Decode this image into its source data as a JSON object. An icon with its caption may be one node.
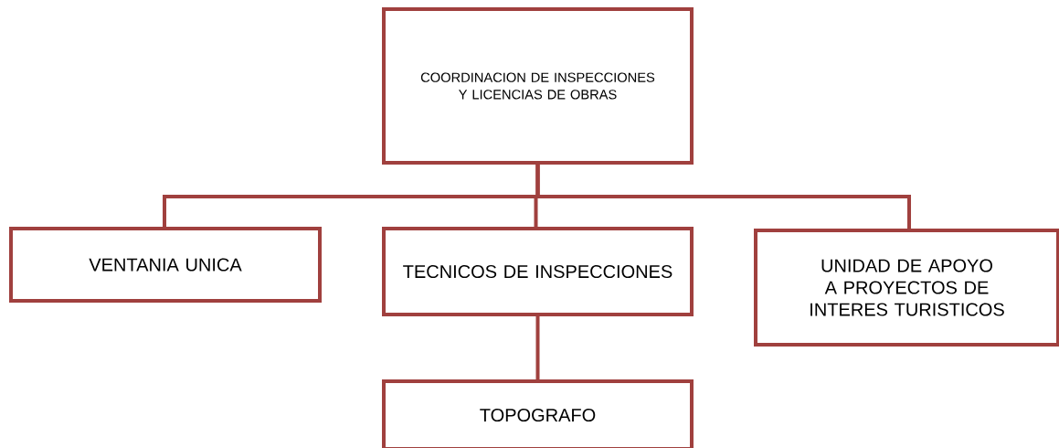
{
  "diagram": {
    "nodes": [
      {
        "text": [
          "COORDINACION DE INSPECCIONES Y LICENCIAS DE OBRAS"
        ]
      },
      {
        "text": [
          "VENTANIA UNICA"
        ]
      },
      {
        "text": [
          "TECNICOS DE INSPECCIONES"
        ]
      },
      {
        "text": [
          "UNIDAD DE APOYO A PROYECTOS DE INTERES TURISTICOS"
        ]
      },
      {
        "text": [
          "TOPOGRAFO"
        ]
      }
    ],
    "edges": [
      {
        "from": 0,
        "to": 1,
        "arrow": "none"
      },
      {
        "from": 0,
        "to": 2,
        "arrow": "none"
      },
      {
        "from": 0,
        "to": 3,
        "arrow": "none"
      },
      {
        "from": 2,
        "to": 4,
        "arrow": "none"
      }
    ]
  }
}
